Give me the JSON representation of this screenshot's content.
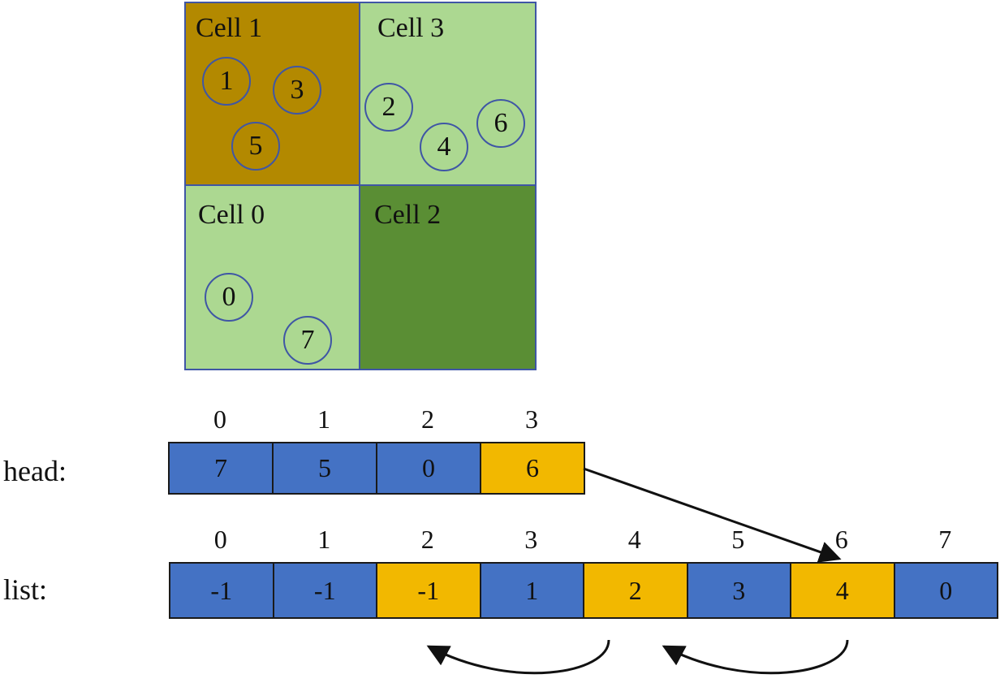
{
  "colors": {
    "cell_occupied": "#b38900",
    "cell_light": "#acd891",
    "cell_empty": "#5a8e34",
    "border": "#3f56a5",
    "array_blue": "#4472c4",
    "array_yellow": "#f2b800"
  },
  "grid": {
    "cells": [
      {
        "label": "Cell 1",
        "particles": [
          "1",
          "3",
          "5"
        ]
      },
      {
        "label": "Cell 3",
        "particles": [
          "2",
          "4",
          "6"
        ]
      },
      {
        "label": "Cell 0",
        "particles": [
          "0",
          "7"
        ]
      },
      {
        "label": "Cell 2",
        "particles": []
      }
    ]
  },
  "head": {
    "label": "head:",
    "indices": [
      "0",
      "1",
      "2",
      "3"
    ],
    "values": [
      "7",
      "5",
      "0",
      "6"
    ],
    "highlight": [
      false,
      false,
      false,
      true
    ]
  },
  "list": {
    "label": "list:",
    "indices": [
      "0",
      "1",
      "2",
      "3",
      "4",
      "5",
      "6",
      "7"
    ],
    "values": [
      "-1",
      "-1",
      "-1",
      "1",
      "2",
      "3",
      "4",
      "0"
    ],
    "highlight": [
      false,
      false,
      true,
      false,
      true,
      false,
      true,
      false
    ]
  }
}
